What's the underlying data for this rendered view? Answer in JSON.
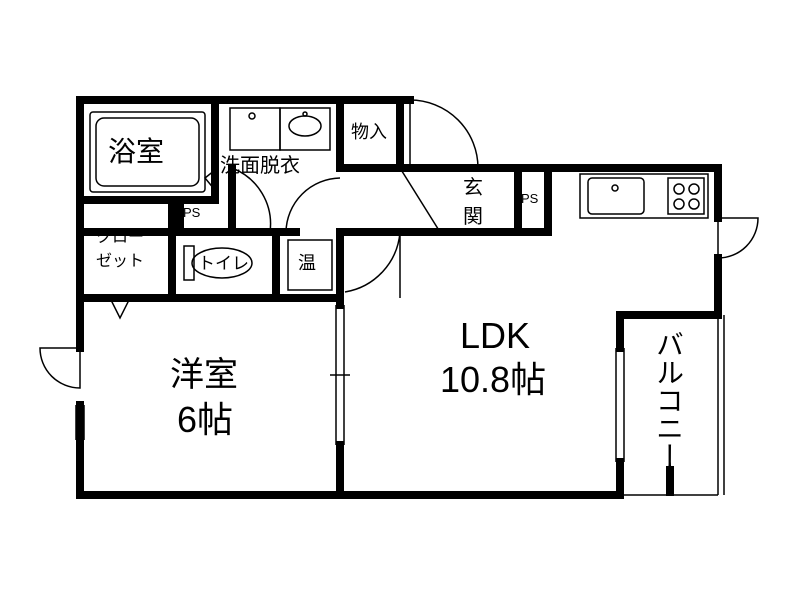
{
  "rooms": {
    "bath": "浴室",
    "washroom": "洗面脱衣",
    "storage": "物入",
    "closet_line1": "クロー",
    "closet_line2": "ゼット",
    "ps_left": "PS",
    "toilet": "トイレ",
    "water_heater": "温",
    "entrance_line1": "玄",
    "entrance_line2": "関",
    "ps_right": "PS",
    "western_room": "洋室",
    "western_room_size": "6帖",
    "ldk": "LDK",
    "ldk_size": "10.8帖",
    "balcony": "バルコニー"
  }
}
